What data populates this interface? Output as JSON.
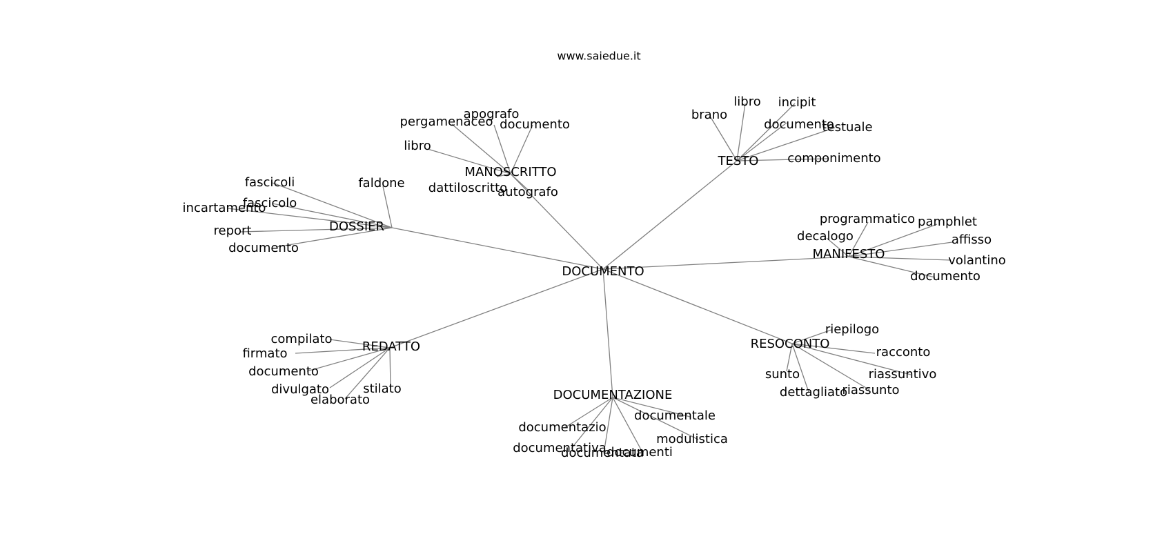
{
  "header": {
    "site": "www.saiedue.it"
  },
  "graph": {
    "center": "DOCUMENTO",
    "hubs": [
      {
        "label": "MANOSCRITTO",
        "leaves": [
          "pergamenaceo",
          "apografo",
          "documento",
          "libro",
          "dattiloscritto",
          "autografo"
        ]
      },
      {
        "label": "TESTO",
        "leaves": [
          "libro",
          "incipit",
          "brano",
          "documento",
          "testuale",
          "componimento"
        ]
      },
      {
        "label": "DOSSIER",
        "leaves": [
          "fascicoli",
          "faldone",
          "fascicolo",
          "incartamento",
          "report",
          "documento"
        ]
      },
      {
        "label": "MANIFESTO",
        "leaves": [
          "programmatico",
          "pamphlet",
          "decalogo",
          "affisso",
          "volantino",
          "documento"
        ]
      },
      {
        "label": "REDATTO",
        "leaves": [
          "compilato",
          "firmato",
          "documento",
          "divulgato",
          "stilato",
          "elaborato"
        ]
      },
      {
        "label": "RESOCONTO",
        "leaves": [
          "riepilogo",
          "racconto",
          "riassuntivo",
          "sunto",
          "riassunto",
          "dettagliato"
        ]
      },
      {
        "label": "DOCUMENTAZIONE",
        "leaves": [
          "documentale",
          "documentazio",
          "modulistica",
          "documentativa",
          "documenti",
          "documentata"
        ]
      }
    ]
  }
}
